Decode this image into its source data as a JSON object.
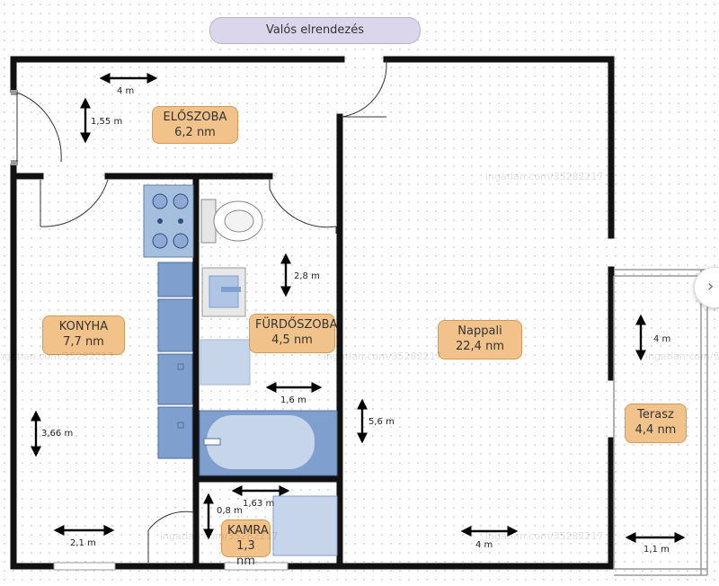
{
  "title": "Valós elrendezés",
  "watermark": "ingatlan.com/35282217",
  "rooms": {
    "eloszoba": {
      "name": "ELŐSZOBA",
      "area": "6,2 nm"
    },
    "konyha": {
      "name": "KONYHA",
      "area": "7,7 nm"
    },
    "furdoszoba": {
      "name": "FÜRDŐSZOBA",
      "area": "4,5 nm"
    },
    "nappali": {
      "name": "Nappali",
      "area": "22,4 nm"
    },
    "terasz": {
      "name": "Terasz",
      "area": "4,4 nm"
    },
    "kamra": {
      "name": "KAMRA",
      "area": "1,3 nm"
    }
  },
  "dimensions": {
    "hall_width": "4 m",
    "hall_depth": "1,55 m",
    "bath_depth": "2,8 m",
    "bath_width": "1,6 m",
    "living_depth": "5,6 m",
    "kitchen_depth": "3,66 m",
    "kitchen_width": "2,1 m",
    "pantry_width": "1,63 m",
    "pantry_depth": "0,8 m",
    "living_width": "4 m",
    "terrace_depth": "4 m",
    "terrace_width": "1,1 m"
  },
  "colors": {
    "wall": "#111111",
    "label_fill": "#f1c38b",
    "fixture_blue": "#7f9fcf",
    "title_pill": "#dcd6ec"
  },
  "icons": [
    "double-arrow-icon",
    "stove-icon",
    "toilet-icon",
    "sink-icon",
    "bathtub-icon",
    "door-swing-icon",
    "chevron-right-icon"
  ]
}
